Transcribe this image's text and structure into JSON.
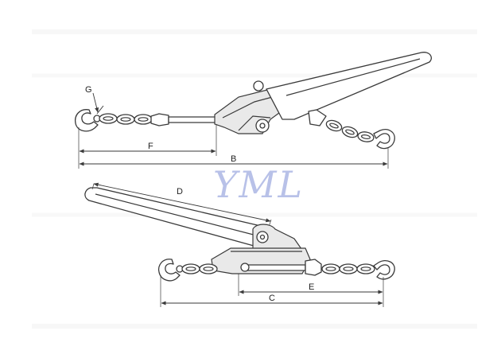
{
  "watermark": "YML",
  "dimensions": {
    "G": "G",
    "F": "F",
    "B": "B",
    "D": "D",
    "C": "C",
    "E": "E"
  }
}
